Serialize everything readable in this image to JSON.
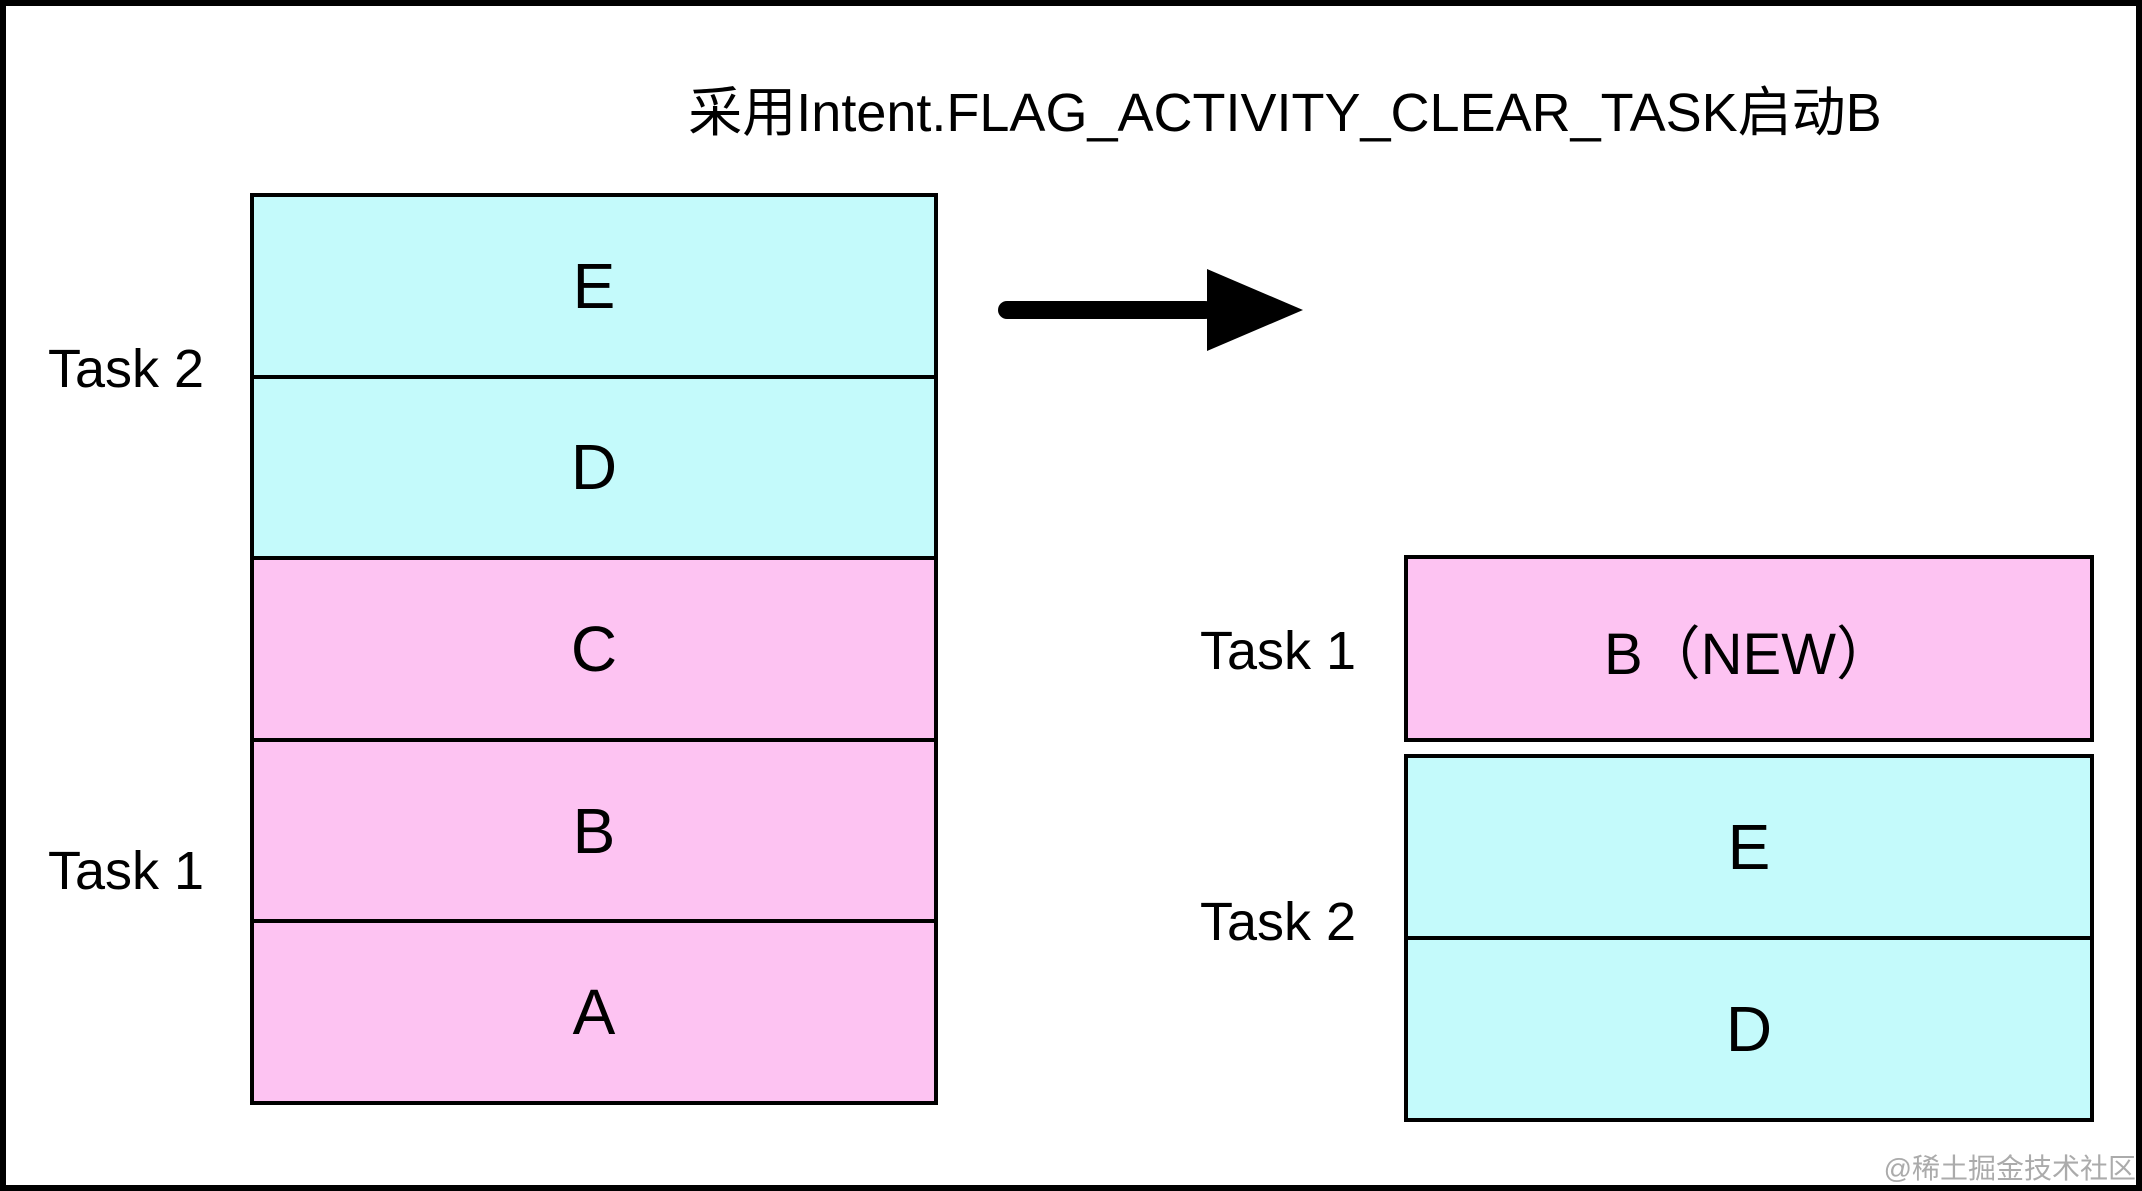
{
  "title": "采用Intent.FLAG_ACTIVITY_CLEAR_TASK启动B",
  "colors": {
    "task1_fill": "#FDC3F2",
    "task2_fill": "#C4FAFB",
    "line": "#000000",
    "watermark": "#ABABAB"
  },
  "before": {
    "task2_label": "Task 2",
    "task1_label": "Task 1",
    "activities": [
      {
        "label": "E",
        "task": "Task 2"
      },
      {
        "label": "D",
        "task": "Task 2"
      },
      {
        "label": "C",
        "task": "Task 1"
      },
      {
        "label": "B",
        "task": "Task 1"
      },
      {
        "label": "A",
        "task": "Task 1"
      }
    ]
  },
  "after": {
    "task1_label": "Task 1",
    "task2_label": "Task 2",
    "task1_activities": [
      {
        "label": "B（NEW）",
        "task": "Task 1"
      }
    ],
    "task2_activities": [
      {
        "label": "E",
        "task": "Task 2"
      },
      {
        "label": "D",
        "task": "Task 2"
      }
    ]
  },
  "watermark": "@稀土掘金技术社区"
}
